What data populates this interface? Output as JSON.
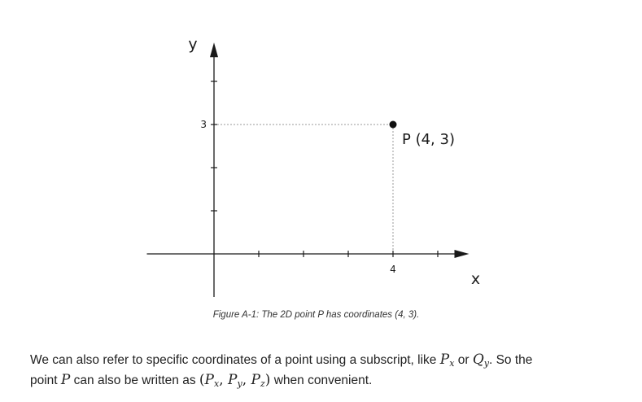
{
  "figure": {
    "axis_x_label": "x",
    "axis_y_label": "y",
    "point_label": "P (4, 3)",
    "caption": "Figure A-1: The 2D point P has coordinates (4, 3)."
  },
  "chart_data": {
    "type": "scatter",
    "x": [
      4
    ],
    "y": [
      3
    ],
    "xlabel": "x",
    "ylabel": "y",
    "x_ticks": [
      1,
      2,
      3,
      4,
      5
    ],
    "y_ticks": [
      1,
      2,
      3,
      4
    ],
    "x_tick_labels_shown": [
      "4"
    ],
    "y_tick_labels_shown": [
      "3"
    ],
    "xlim": [
      -1.5,
      5.7
    ],
    "ylim": [
      -1.0,
      4.9
    ],
    "point_color": "#111111",
    "guide_line_style": "dotted",
    "grid": false,
    "annotations": [
      "P (4, 3)"
    ]
  },
  "paragraph": {
    "intro": "We can also refer to specific coordinates of a point using a subscript, like ",
    "sym1_base": "P",
    "sym1_sub": "x",
    "or_word": " or ",
    "sym2_base": "Q",
    "sym2_sub": "y",
    "so_text": ". So the",
    "line2_start": "point ",
    "p_symbol": "P",
    "written_as": " can also be written as ",
    "open_paren": "(",
    "tuple_base": "P",
    "tuple_sub_x": "x",
    "tuple_sub_y": "y",
    "tuple_sub_z": "z",
    "comma": ", ",
    "close_paren": ")",
    "end_text": " when convenient."
  }
}
